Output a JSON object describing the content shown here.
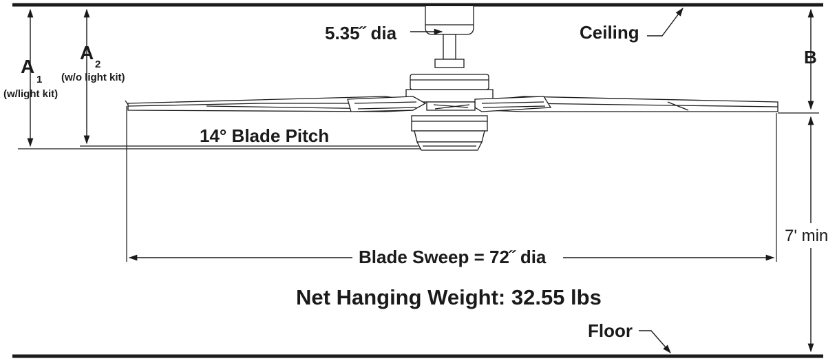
{
  "labels": {
    "ceiling": "Ceiling",
    "floor": "Floor",
    "downrod_dia": "5.35˝ dia",
    "blade_pitch": "14° Blade Pitch",
    "blade_sweep": "Blade Sweep = 72˝ dia",
    "net_weight": "Net Hanging Weight: 32.55 lbs",
    "a1_main": "A",
    "a1_sub": "1",
    "a1_note": "(w/light kit)",
    "a2_main": "A",
    "a2_sub": "2",
    "a2_note": "(w/o light kit)",
    "b": "B",
    "min_height": "7' min"
  }
}
